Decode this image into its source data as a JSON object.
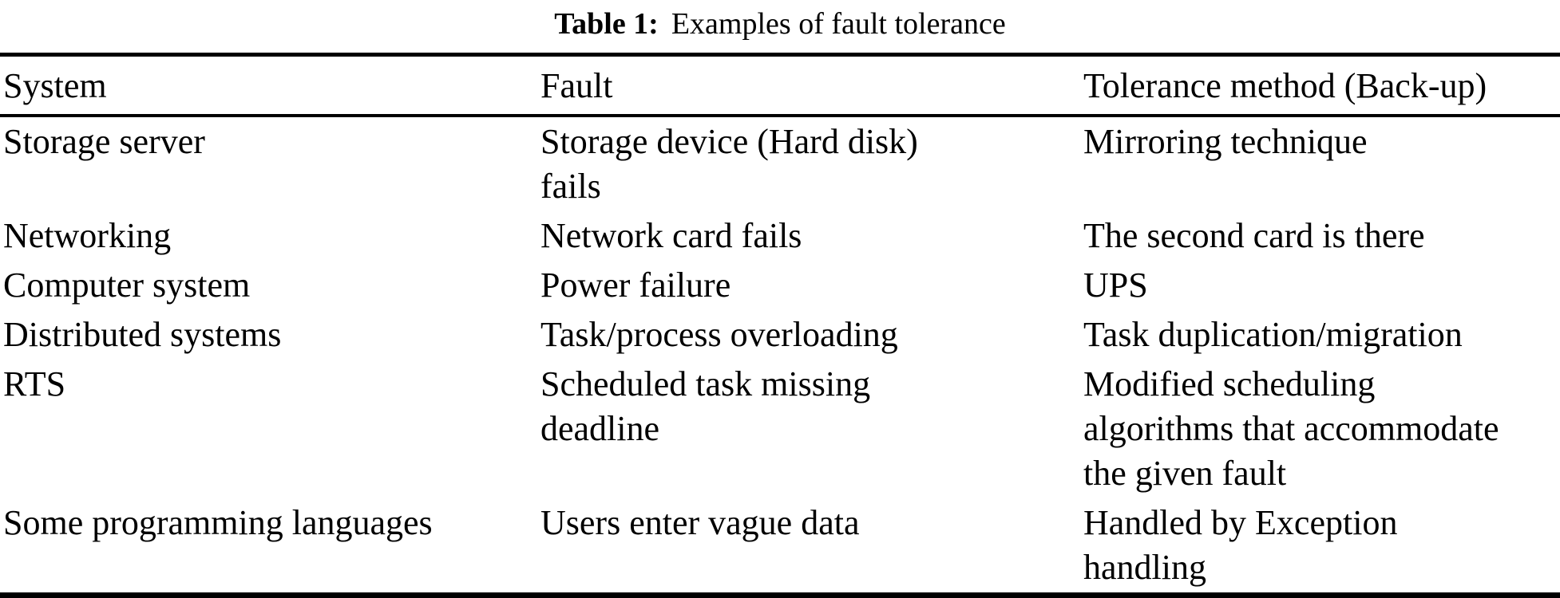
{
  "caption": {
    "label": "Table 1:",
    "text": "Examples of fault tolerance"
  },
  "table": {
    "columns": {
      "system": "System",
      "fault": "Fault",
      "tolerance": "Tolerance method (Back-up)"
    },
    "rows": [
      {
        "system": "Storage server",
        "fault": "Storage device (Hard disk)\nfails",
        "tolerance": "Mirroring technique"
      },
      {
        "system": "Networking",
        "fault": "Network card fails",
        "tolerance": "The second card is there"
      },
      {
        "system": "Computer system",
        "fault": "Power failure",
        "tolerance": "UPS"
      },
      {
        "system": "Distributed systems",
        "fault": "Task/process overloading",
        "tolerance": "Task duplication/migration"
      },
      {
        "system": "RTS",
        "fault": "Scheduled task missing\ndeadline",
        "tolerance": "Modified scheduling\nalgorithms that accommodate\nthe given fault"
      },
      {
        "system": "Some programming languages",
        "fault": "Users enter vague data",
        "tolerance": "Handled by Exception\nhandling"
      }
    ]
  },
  "colors": {
    "text": "#000000",
    "background": "#ffffff",
    "rule": "#000000"
  }
}
